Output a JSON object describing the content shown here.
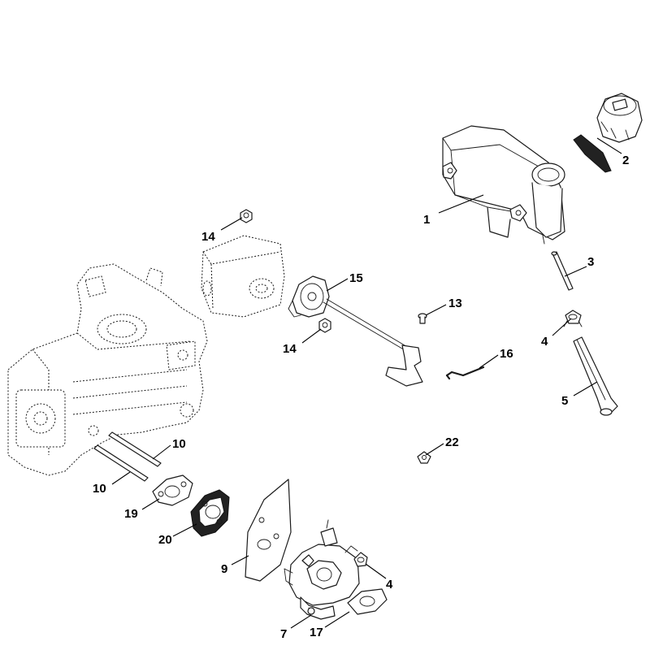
{
  "callouts": [
    {
      "id": "c1",
      "label": "1"
    },
    {
      "id": "c2",
      "label": "2"
    },
    {
      "id": "c3",
      "label": "3"
    },
    {
      "id": "c4a",
      "label": "4"
    },
    {
      "id": "c4b",
      "label": "4"
    },
    {
      "id": "c5",
      "label": "5"
    },
    {
      "id": "c7",
      "label": "7"
    },
    {
      "id": "c9",
      "label": "9"
    },
    {
      "id": "c10a",
      "label": "10"
    },
    {
      "id": "c10b",
      "label": "10"
    },
    {
      "id": "c13",
      "label": "13"
    },
    {
      "id": "c14a",
      "label": "14"
    },
    {
      "id": "c14b",
      "label": "14"
    },
    {
      "id": "c15",
      "label": "15"
    },
    {
      "id": "c16",
      "label": "16"
    },
    {
      "id": "c17",
      "label": "17"
    },
    {
      "id": "c19",
      "label": "19"
    },
    {
      "id": "c20",
      "label": "20"
    },
    {
      "id": "c22",
      "label": "22"
    }
  ]
}
